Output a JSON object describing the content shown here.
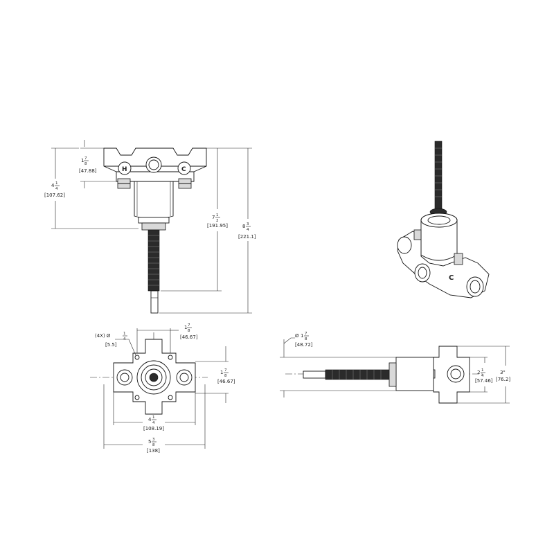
{
  "front_view": {
    "dim_top_whole": "1",
    "dim_top_num": "7",
    "dim_top_den": "8",
    "dim_top_mm": "[47.88]",
    "dim_left_whole": "4",
    "dim_left_num": "1",
    "dim_left_den": "4",
    "dim_left_mm": "[107.62]",
    "dim_mid_whole": "7",
    "dim_mid_num": "1",
    "dim_mid_den": "2",
    "dim_mid_mm": "[191.95]",
    "dim_right_whole": "8",
    "dim_right_num": "3",
    "dim_right_den": "4",
    "dim_right_mm": "[221.1]",
    "label_hot": "H",
    "label_cold": "C"
  },
  "bottom_view": {
    "holes_prefix": "(4X) Ø",
    "holes_num": "1",
    "holes_den": "4",
    "holes_mm": "[5.5]",
    "dim_top_whole": "1",
    "dim_top_num": "7",
    "dim_top_den": "8",
    "dim_top_mm": "[46.67]",
    "dim_right_whole": "1",
    "dim_right_num": "7",
    "dim_right_den": "8",
    "dim_right_mm": "[46.67]",
    "dim_b1_whole": "4",
    "dim_b1_num": "1",
    "dim_b1_den": "4",
    "dim_b1_mm": "[108.19]",
    "dim_b2_whole": "5",
    "dim_b2_num": "3",
    "dim_b2_den": "8",
    "dim_b2_mm": "[138]"
  },
  "side_view": {
    "dia_prefix": "Ø",
    "dia_whole": "1",
    "dia_num": "7",
    "dia_den": "8",
    "dia_mm": "[48.72]",
    "dim_inner_whole": "2",
    "dim_inner_num": "1",
    "dim_inner_den": "4",
    "dim_inner_mm": "[57.46]",
    "dim_outer_whole": "3\"",
    "dim_outer_mm": "[76.2]"
  },
  "iso_view": {
    "label_cold": "C"
  }
}
